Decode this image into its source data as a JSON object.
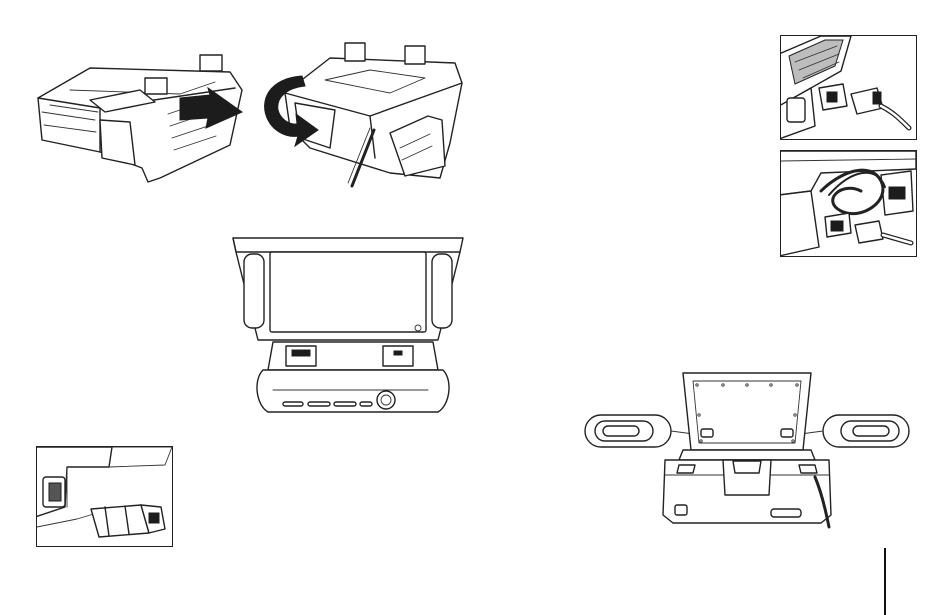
{
  "document": {
    "kind": "manual-illustration-page",
    "colors": {
      "ink": "#1a1a1a",
      "paper": "#ffffff"
    }
  },
  "figures": [
    {
      "id": "attach-bracket-slide",
      "icon": "slide-in-arrow-icon"
    },
    {
      "id": "attach-bracket-rotate",
      "icon": "rotate-arrow-icon"
    },
    {
      "id": "player-front-open",
      "icon": "dvd-player-icon"
    },
    {
      "id": "power-connector-closeup",
      "icon": "power-plug-icon"
    },
    {
      "id": "headrest-cable-closeup-top",
      "icon": "connector-plug-icon"
    },
    {
      "id": "headrest-cable-closeup-bottom",
      "icon": "cable-loop-icon"
    },
    {
      "id": "player-with-side-speakers",
      "icon": "speaker-icon"
    }
  ]
}
